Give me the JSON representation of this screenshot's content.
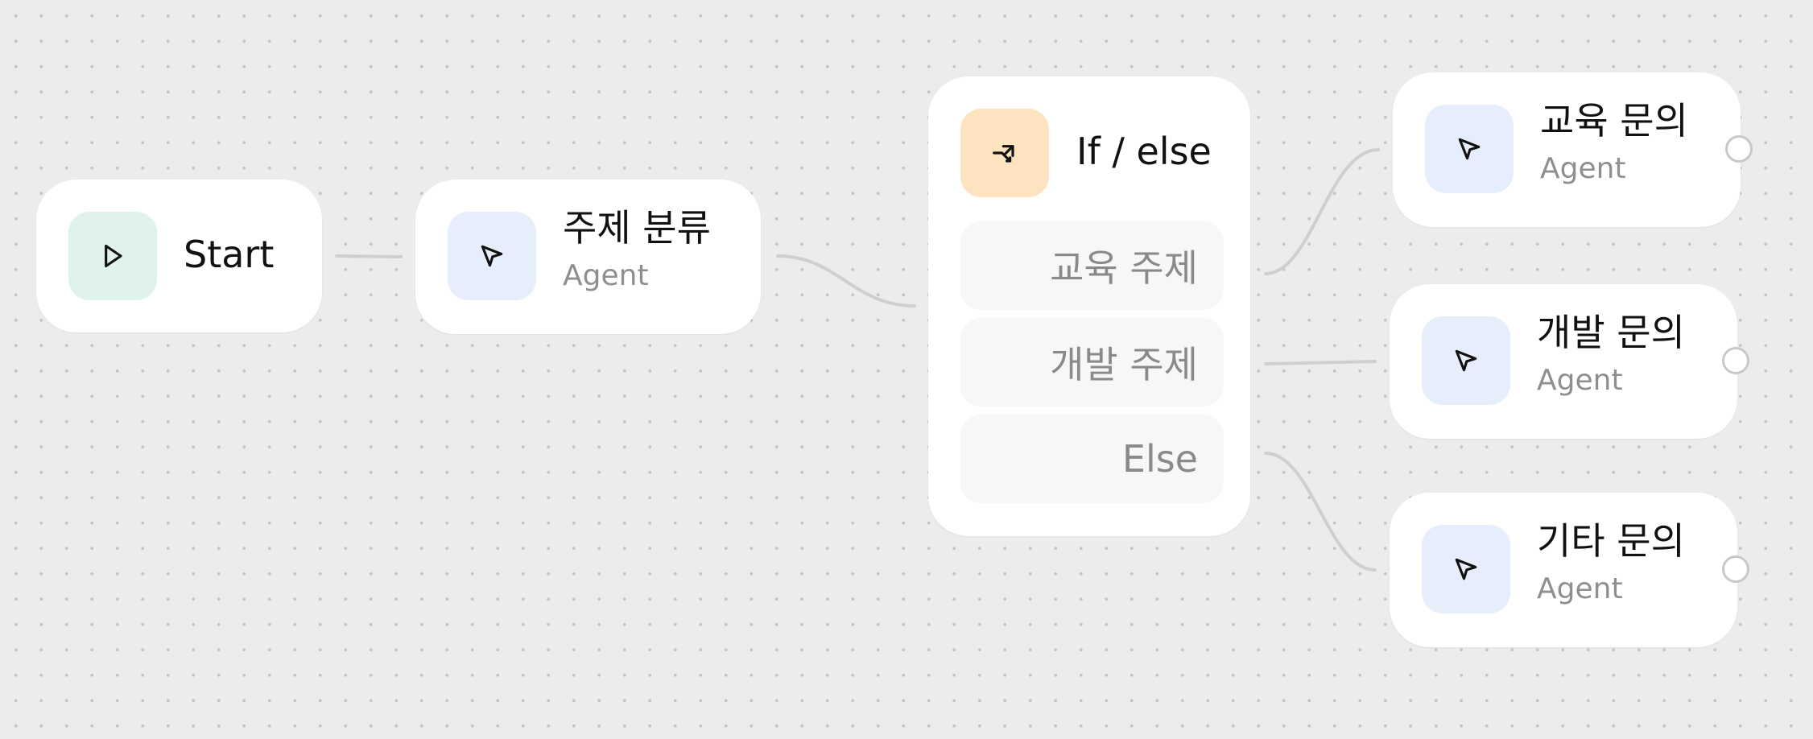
{
  "canvas": {
    "nodes": {
      "start": {
        "title": "Start",
        "icon": "play-icon",
        "icon_bg": "#dff3ea"
      },
      "classify": {
        "title": "주제 분류",
        "subtitle": "Agent",
        "icon": "cursor-arrow-icon",
        "icon_bg": "#e6edfb"
      },
      "ifelse": {
        "title": "If / else",
        "icon": "branch-split-icon",
        "icon_bg": "#fde3c0",
        "branches": [
          {
            "label": "교육 주제"
          },
          {
            "label": "개발 주제"
          },
          {
            "label": "Else"
          }
        ]
      },
      "edu": {
        "title": "교육 문의",
        "subtitle": "Agent",
        "icon": "cursor-arrow-icon"
      },
      "dev": {
        "title": "개발 문의",
        "subtitle": "Agent",
        "icon": "cursor-arrow-icon"
      },
      "etc": {
        "title": "기타 문의",
        "subtitle": "Agent",
        "icon": "cursor-arrow-icon"
      }
    },
    "colors": {
      "background": "#ececec",
      "node": "#ffffff",
      "edge": "#cfcfcf",
      "agent_icon_bg": "#e6edfb",
      "start_icon_bg": "#dff3ea",
      "ifelse_icon_bg": "#fde3c0"
    }
  }
}
